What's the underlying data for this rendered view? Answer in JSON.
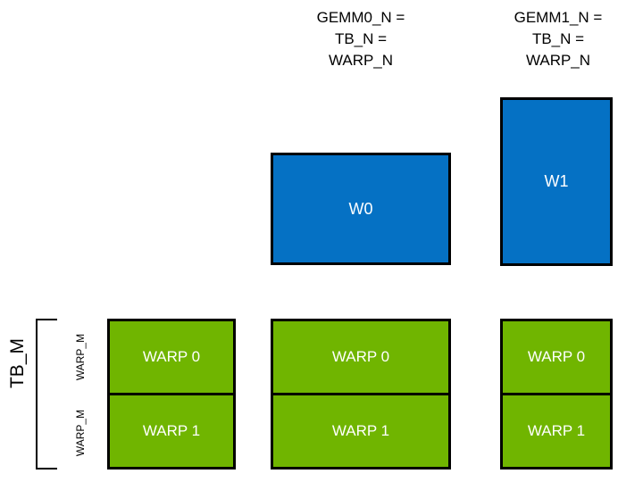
{
  "colors": {
    "background": "#ffffff",
    "blue_tile": "#0571c4",
    "green_tile": "#70b500",
    "outline": "#000000",
    "tile_text": "#ffffff",
    "label_text": "#000000"
  },
  "headers": {
    "gemm0": "GEMM0_N =\nTB_N =\nWARP_N",
    "gemm1": "GEMM1_N =\nTB_N =\nWARP_N"
  },
  "blue_tiles": [
    {
      "label": "W0"
    },
    {
      "label": "W1"
    }
  ],
  "green_columns": [
    {
      "cells": [
        {
          "label": "WARP 0"
        },
        {
          "label": "WARP 1"
        }
      ]
    },
    {
      "cells": [
        {
          "label": "WARP 0"
        },
        {
          "label": "WARP 1"
        }
      ]
    },
    {
      "cells": [
        {
          "label": "WARP 0"
        },
        {
          "label": "WARP 1"
        }
      ]
    }
  ],
  "axis_labels": {
    "tb_m": "TB_M",
    "warp_m_top": "WARP_M",
    "warp_m_bottom": "WARP_M"
  }
}
